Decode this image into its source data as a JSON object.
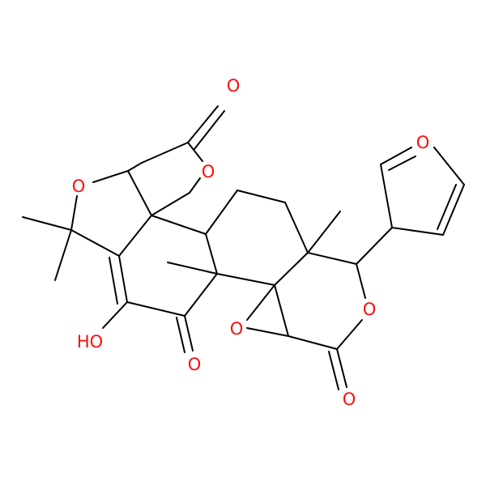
{
  "colors": {
    "bond": "#000000",
    "oxygen": "#ff0d0d",
    "background": "#ffffff"
  },
  "atom_labels": {
    "o_lactone_carbonyl_top": "O",
    "o_lactone_ring_top": "O",
    "o_ether_left": "O",
    "o_furan": "O",
    "o_lactone_ring_right": "O",
    "o_epoxide": "O",
    "oh_hydroxyl": "HO",
    "o_ketone": "O",
    "o_lactone_carbonyl_bottom": "O"
  }
}
